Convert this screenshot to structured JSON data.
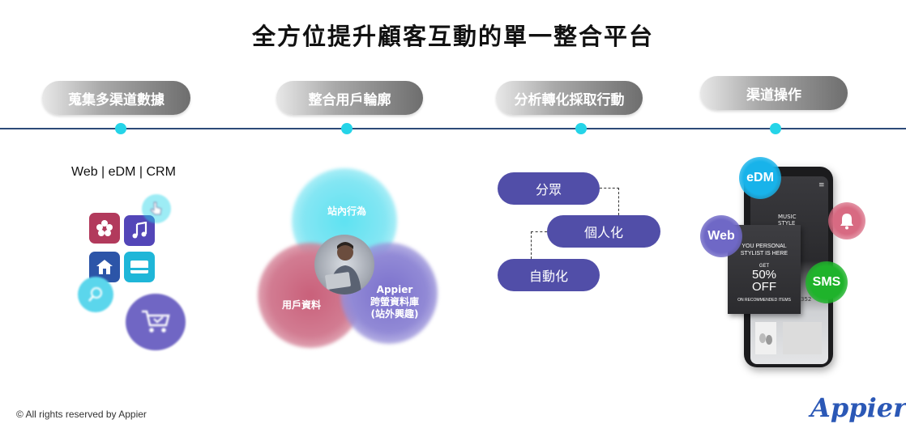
{
  "title": "全方位提升顧客互動的單一整合平台",
  "stages": [
    {
      "label": "蒐集多渠道數據"
    },
    {
      "label": "整合用戶輪廓"
    },
    {
      "label": "分析轉化採取行動"
    },
    {
      "label": "渠道操作"
    }
  ],
  "collect": {
    "channels": "Web | eDM | CRM",
    "icons": [
      "flower-app-icon",
      "music-app-icon",
      "home-app-icon",
      "card-app-icon",
      "cursor-icon",
      "search-icon",
      "cart-icon"
    ]
  },
  "profile": {
    "venn_labels": {
      "top": "站內行為",
      "left": "用戶資料",
      "right_line1": "Appier",
      "right_line2": "跨螢資料庫",
      "right_line3": "(站外興趣)"
    }
  },
  "analyze": {
    "steps": [
      "分眾",
      "個人化",
      "自動化"
    ]
  },
  "operate": {
    "bubbles": {
      "edm": "eDM",
      "web": "Web",
      "sms": "SMS"
    },
    "phone": {
      "header_line1": "MUSIC",
      "header_line2": "STYLE",
      "ad_line1": "YOU PERSONAL",
      "ad_line2": "STYLIST IS HERE",
      "ad_get": "GET",
      "ad_percent": "50%",
      "ad_off": "OFF",
      "ad_footer": "ON RECOMMENDED ITEMS",
      "price_hint": "352"
    }
  },
  "footer": {
    "copyright": "© All rights reserved by Appier",
    "logo": "Appier"
  },
  "colors": {
    "timeline": "#2d4a78",
    "dot": "#25d4e8",
    "flow": "#514ea8",
    "logo": "#2b58b6"
  }
}
